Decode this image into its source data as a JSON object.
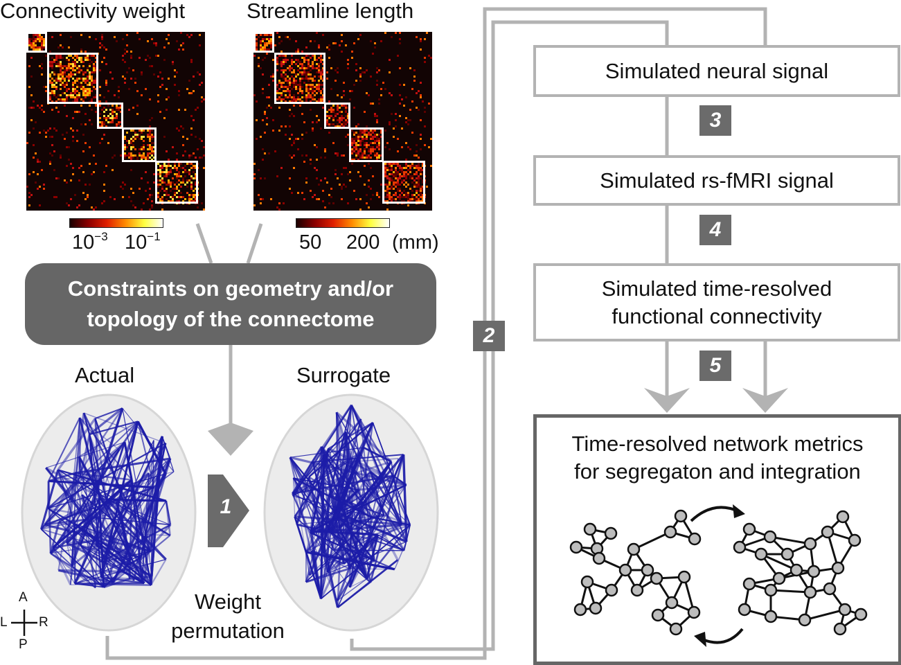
{
  "matrices": {
    "weight_title": "Connectivity weight",
    "length_title": "Streamline length",
    "weight_colorbar": {
      "low": "10",
      "low_exp": "−3",
      "high": "10",
      "high_exp": "−1"
    },
    "length_colorbar": {
      "low": "50",
      "high": "200",
      "unit": "(mm)"
    }
  },
  "constraint": {
    "line1": "Constraints on geometry and/or",
    "line2": "topology of the connectome"
  },
  "brains": {
    "actual_label": "Actual",
    "surrogate_label": "Surrogate",
    "permutation_line1": "Weight",
    "permutation_line2": "permutation",
    "compass": {
      "a": "A",
      "p": "P",
      "l": "L",
      "r": "R"
    }
  },
  "steps": {
    "s1": "1",
    "s2": "2",
    "s3": "3",
    "s4": "4",
    "s5": "5"
  },
  "pipeline": {
    "neural": "Simulated neural signal",
    "fmri": "Simulated rs-fMRI signal",
    "fc_line1": "Simulated time-resolved",
    "fc_line2": "functional connectivity",
    "metrics_line1": "Time-resolved network metrics",
    "metrics_line2": "for segregaton and integration"
  },
  "colors": {
    "arrow_gray": "#b3b3b3",
    "box_dark": "#666666",
    "step_gray": "#6b6b6b",
    "brain_edges": "#1c1ca8",
    "matrix_bg": "#120404"
  }
}
